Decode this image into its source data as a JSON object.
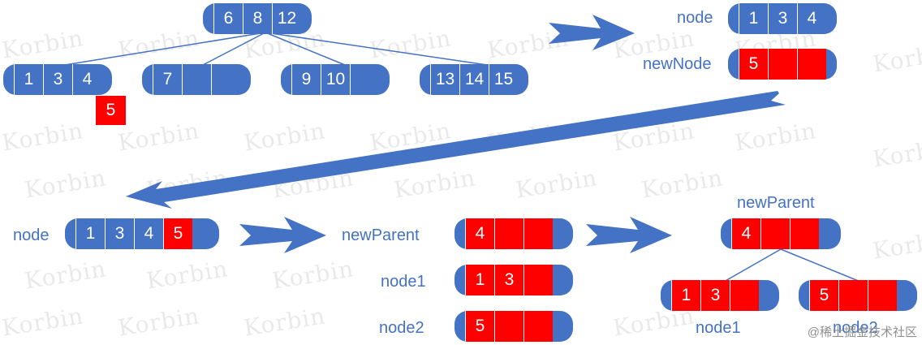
{
  "watermark_text": "Korbin",
  "colors": {
    "node_blue": "#4472c4",
    "highlight_red": "#ff0000",
    "label_blue": "#4472c4"
  },
  "root": {
    "keys": [
      "6",
      "8",
      "12"
    ]
  },
  "leaves": [
    {
      "keys": [
        "1",
        "3",
        "4"
      ]
    },
    {
      "keys": [
        "7"
      ]
    },
    {
      "keys": [
        "9",
        "10"
      ]
    },
    {
      "keys": [
        "13",
        "14",
        "15"
      ]
    }
  ],
  "inserted_key": "5",
  "labels": {
    "node": "node",
    "new_node": "newNode",
    "new_parent": "newParent",
    "node1": "node1",
    "node2": "node2"
  },
  "steps": {
    "split_node": {
      "keys": [
        "1",
        "3",
        "4"
      ]
    },
    "split_new_node": {
      "keys": [
        "5"
      ]
    },
    "merged_node": {
      "keys": [
        "1",
        "3",
        "4",
        "5"
      ]
    },
    "new_parent": {
      "keys": [
        "4"
      ]
    },
    "node1": {
      "keys": [
        "1",
        "3"
      ]
    },
    "node2": {
      "keys": [
        "5"
      ]
    }
  },
  "credit": "@稀土掘金技术社区"
}
